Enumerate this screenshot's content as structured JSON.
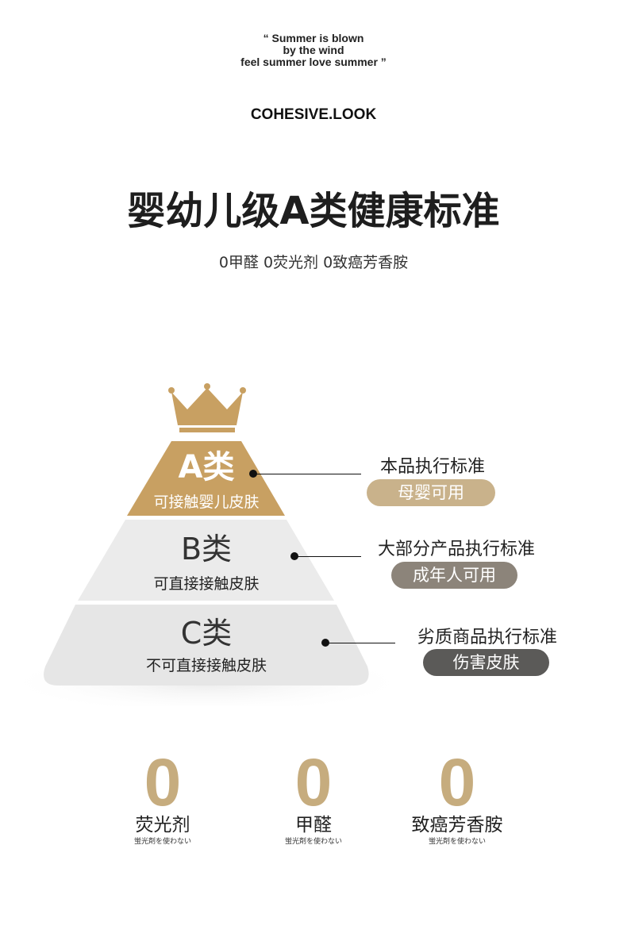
{
  "quote": {
    "line1": "“      Summer is blown",
    "line2": "by the wind",
    "line3": "feel summer love summer  ”"
  },
  "brand": "COHESIVE.LOOK",
  "title": "婴幼儿级A类健康标准",
  "subtitle": "0甲醛 0荧光剂 0致癌芳香胺",
  "tiers": [
    {
      "grade": "A类",
      "desc": "可接触婴儿皮肤",
      "label": "本品执行标准",
      "pill": "母婴可用",
      "color": "#c8a062",
      "pill_color": "#c9b28b"
    },
    {
      "grade": "B类",
      "desc": "可直接接触皮肤",
      "label": "大部分产品执行标准",
      "pill": "成年人可用",
      "color": "#ebebeb",
      "pill_color": "#8c847a"
    },
    {
      "grade": "C类",
      "desc": "不可直接接触皮肤",
      "label": "劣质商品执行标准",
      "pill": "伤害皮肤",
      "color": "#e6e6e6",
      "pill_color": "#5b5a58"
    }
  ],
  "zeros": [
    {
      "value": "0",
      "label": "荧光剂",
      "note": "蛍光剤を使わない"
    },
    {
      "value": "0",
      "label": "甲醛",
      "note": "蛍光剤を使わない"
    },
    {
      "value": "0",
      "label": "致癌芳香胺",
      "note": "蛍光剤を使わない"
    }
  ]
}
